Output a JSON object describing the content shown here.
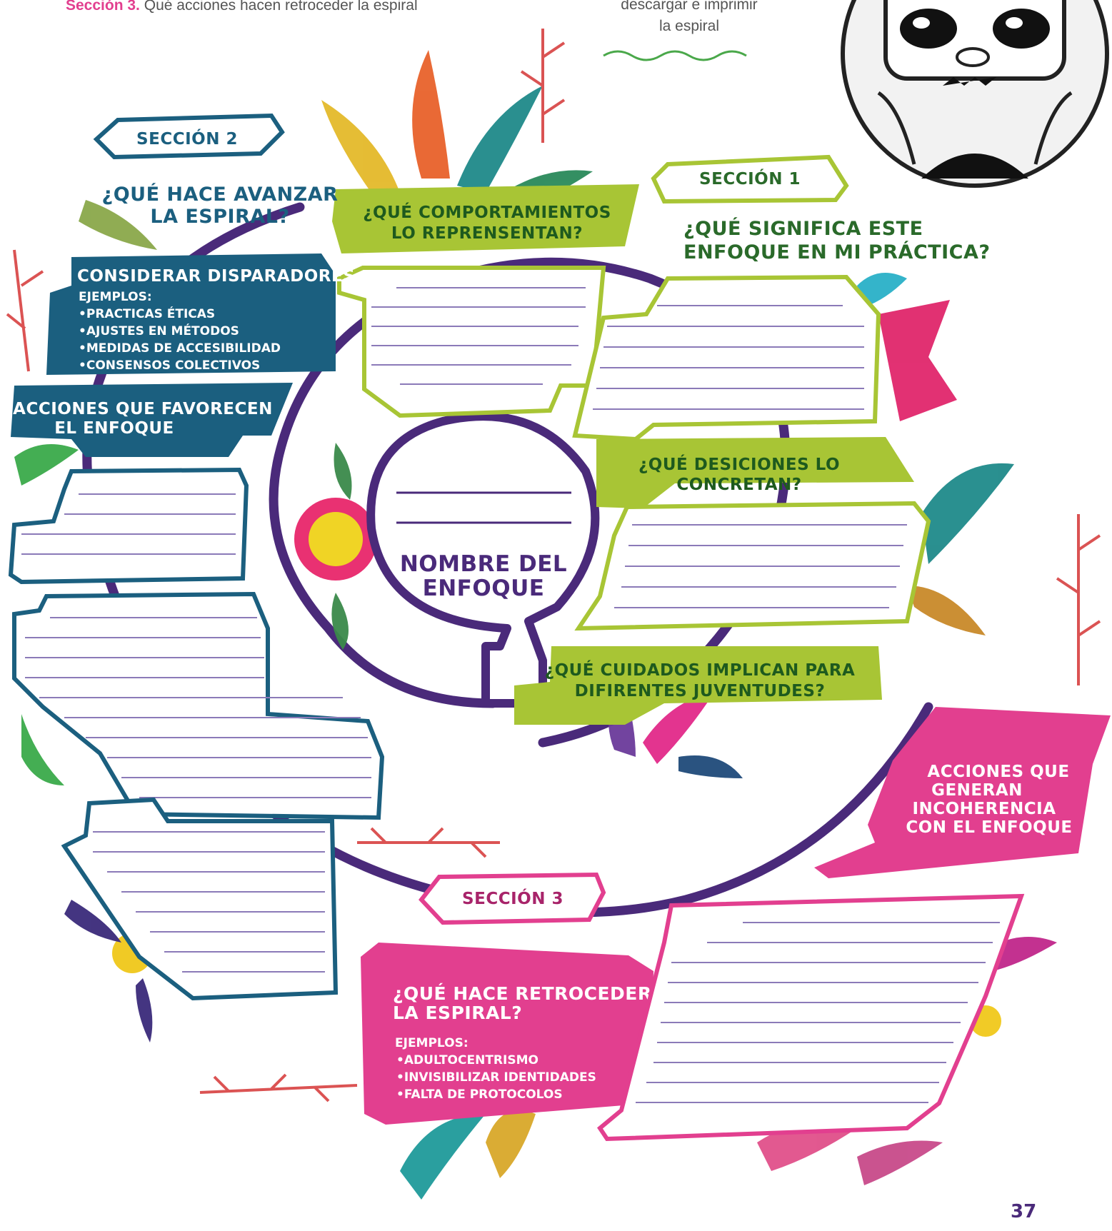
{
  "header": {
    "section_label": "Sección 3.",
    "section_text": "Qué acciones hacen retroceder la espiral",
    "note_line1": "descargar e imprimir",
    "note_line2": "la espiral"
  },
  "center": {
    "title_line1": "NOMBRE DEL",
    "title_line2": "ENFOQUE"
  },
  "section1": {
    "tag": "SECCIÓN 1",
    "question_line1": "¿QUÉ SIGNIFICA ESTE",
    "question_line2": "ENFOQUE EN MI PRÁCTICA?",
    "behaviors_line1": "¿QUÉ COMPORTAMIENTOS",
    "behaviors_line2": "LO REPRENSENTAN?",
    "decisions_line1": "¿QUÉ DESICIONES LO",
    "decisions_line2": "CONCRETAN?",
    "care_line1": "¿QUÉ CUIDADOS IMPLICAN PARA",
    "care_line2": "DIFIRENTES JUVENTUDES?"
  },
  "section2": {
    "tag": "SECCIÓN 2",
    "question_line1": "¿QUÉ HACE AVANZAR",
    "question_line2": "LA ESPIRAL?",
    "consider_title": "CONSIDERAR DISPARADORES",
    "examples_label": "EJEMPLOS:",
    "examples": [
      "•PRACTICAS ÉTICAS",
      "•AJUSTES EN MÉTODOS",
      "•MEDIDAS DE ACCESIBILIDAD",
      "•CONSENSOS COLECTIVOS"
    ],
    "actions_line1": "ACCIONES QUE FAVORECEN",
    "actions_line2": "EL ENFOQUE"
  },
  "section3": {
    "tag": "SECCIÓN 3",
    "question_line1": "¿QUÉ HACE RETROCEDER",
    "question_line2": "LA ESPIRAL?",
    "examples_label": "EJEMPLOS:",
    "examples": [
      "•ADULTOCENTRISMO",
      "•INVISIBILIZAR IDENTIDADES",
      "•FALTA DE PROTOCOLOS"
    ],
    "incoherence_lines": [
      "ACCIONES QUE",
      "GENERAN",
      "INCOHERENCIA",
      "CON EL ENFOQUE"
    ]
  },
  "page_number": "37",
  "colors": {
    "purple": "#4a2a7a",
    "lime": "#a8c535",
    "teal": "#1b5f7f",
    "pink": "#e23f8f",
    "line": "#8b7ab8"
  }
}
